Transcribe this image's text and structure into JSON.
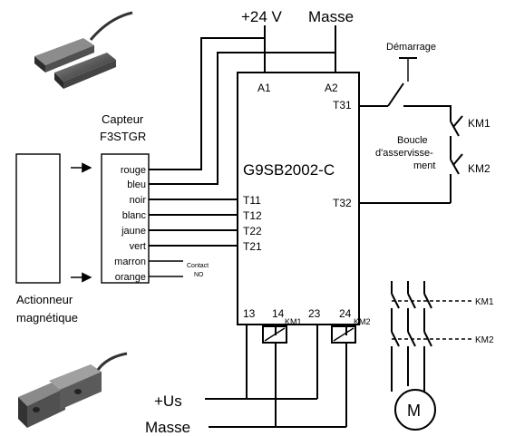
{
  "supply": {
    "plus24": "+24 V",
    "ground": "Masse"
  },
  "start_button": "Démarrage",
  "sensor": {
    "title_line1": "Capteur",
    "title_line2": "F3STGR",
    "wires": [
      "rouge",
      "bleu",
      "noir",
      "blanc",
      "jaune",
      "vert",
      "marron",
      "orange"
    ],
    "contact_line1": "Contact",
    "contact_line2": "NO"
  },
  "actuator": {
    "line1": "Actionneur",
    "line2": "magnétique"
  },
  "module": {
    "name": "G9SB2002-C",
    "terminals": {
      "a1": "A1",
      "a2": "A2",
      "t31": "T31",
      "t32": "T32",
      "t11": "T11",
      "t12": "T12",
      "t22": "T22",
      "t21": "T21",
      "b13": "13",
      "b14": "14",
      "b23": "23",
      "b24": "24"
    }
  },
  "feedback_loop": {
    "line1": "Boucle",
    "line2": "d'asservisse-",
    "line3": "ment"
  },
  "relays": {
    "km1": "KM1",
    "km2": "KM2"
  },
  "motor": "M",
  "bottom": {
    "us": "+Us",
    "ground": "Masse"
  }
}
